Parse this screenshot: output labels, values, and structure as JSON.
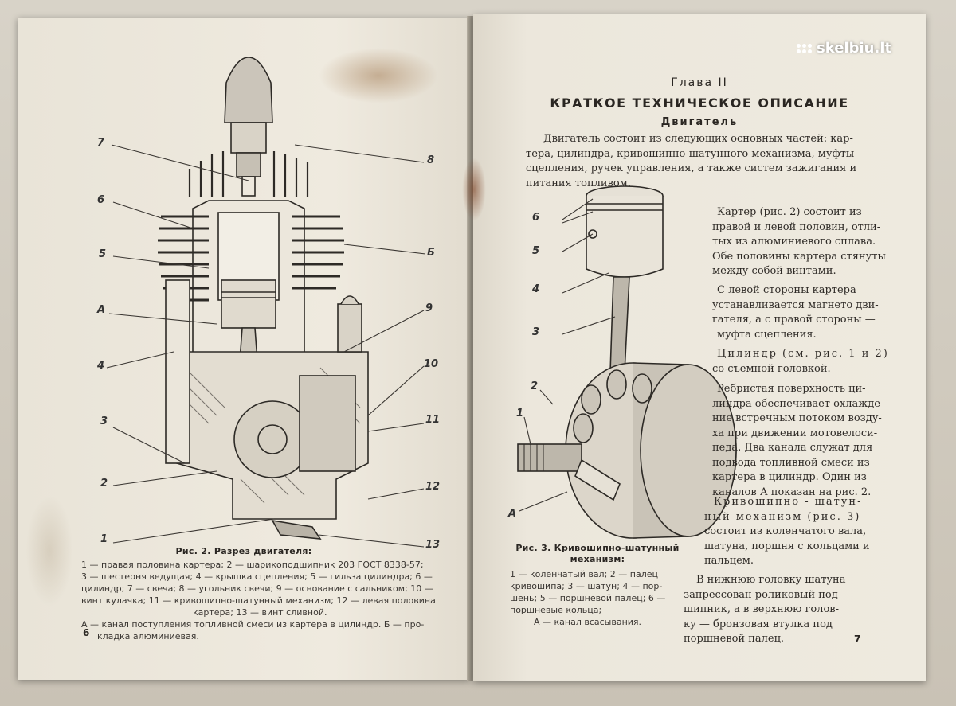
{
  "watermark": {
    "text": "skelbiu.lt"
  },
  "left_page": {
    "figure_labels": {
      "l7": "7",
      "l8": "8",
      "l6": "6",
      "lB1": "Б",
      "l5": "5",
      "lA": "А",
      "l9": "9",
      "l4": "4",
      "l10": "10",
      "l3": "3",
      "l11": "11",
      "l2": "2",
      "l12": "12",
      "l1": "1",
      "l13": "13"
    },
    "caption_title": "Рис. 2. Разрез двигателя:",
    "caption_lines": [
      "1 — правая половина картера; 2 — шарикоподшипник 203 ГОСТ 8338-57;",
      "3 — шестерня ведущая; 4 — крышка сцепления; 5 — гильза цилиндра; 6 —",
      "цилиндр; 7 — свеча; 8 — угольник свечи; 9 — основание с сальником; 10 —",
      "винт кулачка; 11 — кривошипно-шатунный механизм; 12 — левая половина",
      "картера; 13 — винт сливной.",
      "А — канал поступления топливной смеси из картера в цилиндр. Б — про-",
      "кладка алюминиевая."
    ],
    "page_number": "6"
  },
  "right_page": {
    "chapter": "Глава II",
    "section_title": "КРАТКОЕ ТЕХНИЧЕСКОЕ ОПИСАНИЕ",
    "subsection": "Двигатель",
    "intro_lines": [
      "Двигатель состоит из следующих основных частей: кар-",
      "тера, цилиндра, кривошипно-шатунного механизма, муфты",
      "сцепления, ручек управления, а также систем зажигания и",
      "питания топливом."
    ],
    "figure_labels": {
      "r6": "6",
      "r5": "5",
      "r4": "4",
      "r3": "3",
      "r2": "2",
      "r1": "1",
      "rA": "А"
    },
    "caption_title_lines": [
      "Рис. 3. Кривошипно-шатунный",
      "механизм:"
    ],
    "caption_lines": [
      "1 — коленчатый вал; 2 — палец",
      "кривошипа; 3 — шатун; 4 — пор-",
      "шень; 5 — поршневой палец; 6 —",
      "поршневые кольца;",
      "А — канал всасывания."
    ],
    "col_para1": [
      "Картер (рис. 2) состоит из",
      "правой и левой половин, отли-",
      "тых из алюминиевого сплава.",
      "Обе половины картера стянуты",
      "между собой винтами."
    ],
    "col_para2": [
      "С левой стороны картера",
      "устанавливается магнето дви-",
      "гателя, а с правой стороны —",
      "муфта сцепления."
    ],
    "col_para3": [
      "Цилиндр (см. рис. 1 и 2)",
      "со съемной головкой."
    ],
    "col_para4": [
      "Ребристая поверхность ци-",
      "линдра обеспечивает охлажде-",
      "ние встречным потоком возду-",
      "ха при движении мотовелоси-",
      "педа. Два канала служат для",
      "подвода топливной смеси из",
      "картера в цилиндр. Один из",
      "каналов А показан на рис. 2."
    ],
    "col_para5": [
      "Кривошипно - шатун-",
      "ный механизм (рис. 3)",
      "состоит из коленчатого вала,",
      "шатуна, поршня с кольцами и",
      "пальцем."
    ],
    "bottom_para": [
      "В нижнюю головку шатуна",
      "запрессован роликовый под-",
      "шипник, а в верхнюю голов-",
      "ку — бронзовая втулка под",
      "поршневой палец."
    ],
    "page_number": "7"
  }
}
